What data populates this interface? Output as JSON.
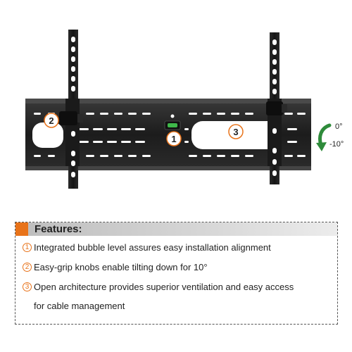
{
  "figure": {
    "callouts": [
      "2",
      "1",
      "3"
    ],
    "tilt_labels": [
      "0°",
      "-10°"
    ]
  },
  "features": {
    "title": "Features:",
    "items": [
      {
        "num": "1",
        "text": "Integrated bubble level assures easy installation alignment"
      },
      {
        "num": "2",
        "text": "Easy-grip knobs enable tilting down for 10°"
      },
      {
        "num": "3",
        "text": "Open architecture provides superior ventilation and easy access"
      }
    ],
    "continuation": "for cable management"
  },
  "colors": {
    "accent": "#e8731a",
    "bracket": "#1e1e1e",
    "arrow": "#2e8b3a"
  }
}
